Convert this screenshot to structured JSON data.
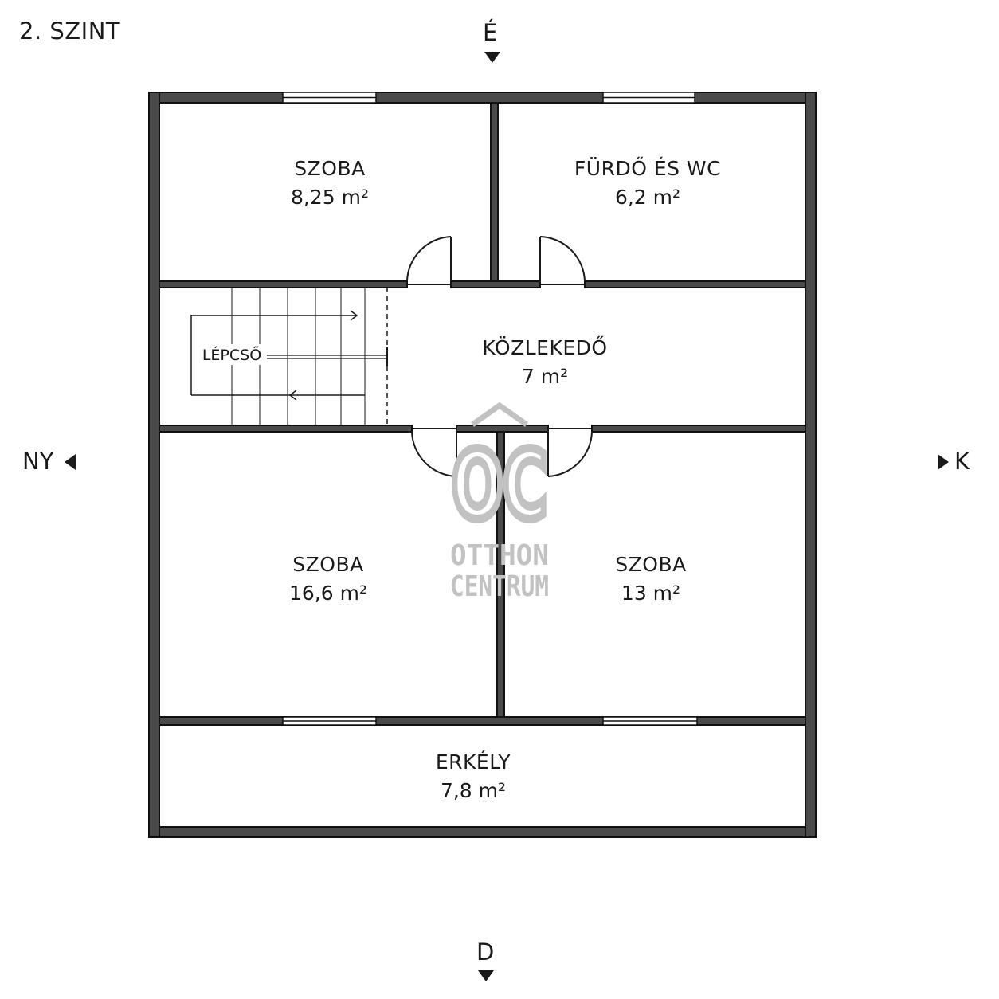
{
  "floor_title": "2. SZINT",
  "compass": {
    "north": "É",
    "south": "D",
    "west": "NY",
    "east": "K"
  },
  "rooms": [
    {
      "name": "SZOBA",
      "area": "8,25 m²"
    },
    {
      "name": "FÜRDŐ ÉS WC",
      "area": "6,2 m²"
    },
    {
      "name": "KÖZLEKEDŐ",
      "area": "7 m²"
    },
    {
      "name": "SZOBA",
      "area": "16,6 m²"
    },
    {
      "name": "SZOBA",
      "area": "13 m²"
    },
    {
      "name": "ERKÉLY",
      "area": "7,8 m²"
    }
  ],
  "stair_label": "LÉPCSŐ",
  "watermark": {
    "monogram": "OC",
    "line1": "OTTHON",
    "line2": "CENTRUM"
  },
  "colors": {
    "wall": "#4a4a4a",
    "wall_edge": "#111111",
    "text": "#1a1a1a",
    "watermark": "#c2c2c2"
  }
}
